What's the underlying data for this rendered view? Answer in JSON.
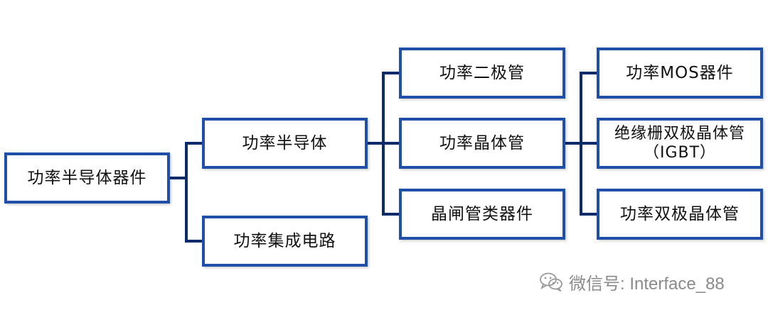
{
  "diagram": {
    "root": "功率半导体器件",
    "level1": {
      "power_semiconductor": "功率半导体",
      "power_ic": "功率集成电路"
    },
    "level2": {
      "power_diode": "功率二极管",
      "power_transistor": "功率晶体管",
      "thyristor": "晶闸管类器件"
    },
    "level3": {
      "power_mos": "功率MOS器件",
      "igbt_line1": "绝缘栅双极晶体管",
      "igbt_line2": "（IGBT）",
      "power_bjt": "功率双极晶体管"
    },
    "colors": {
      "box_border": "#1f4fa8",
      "connector": "#0d2a6b"
    }
  },
  "watermark": {
    "icon": "wechat-icon",
    "text": "微信号: Interface_88"
  }
}
